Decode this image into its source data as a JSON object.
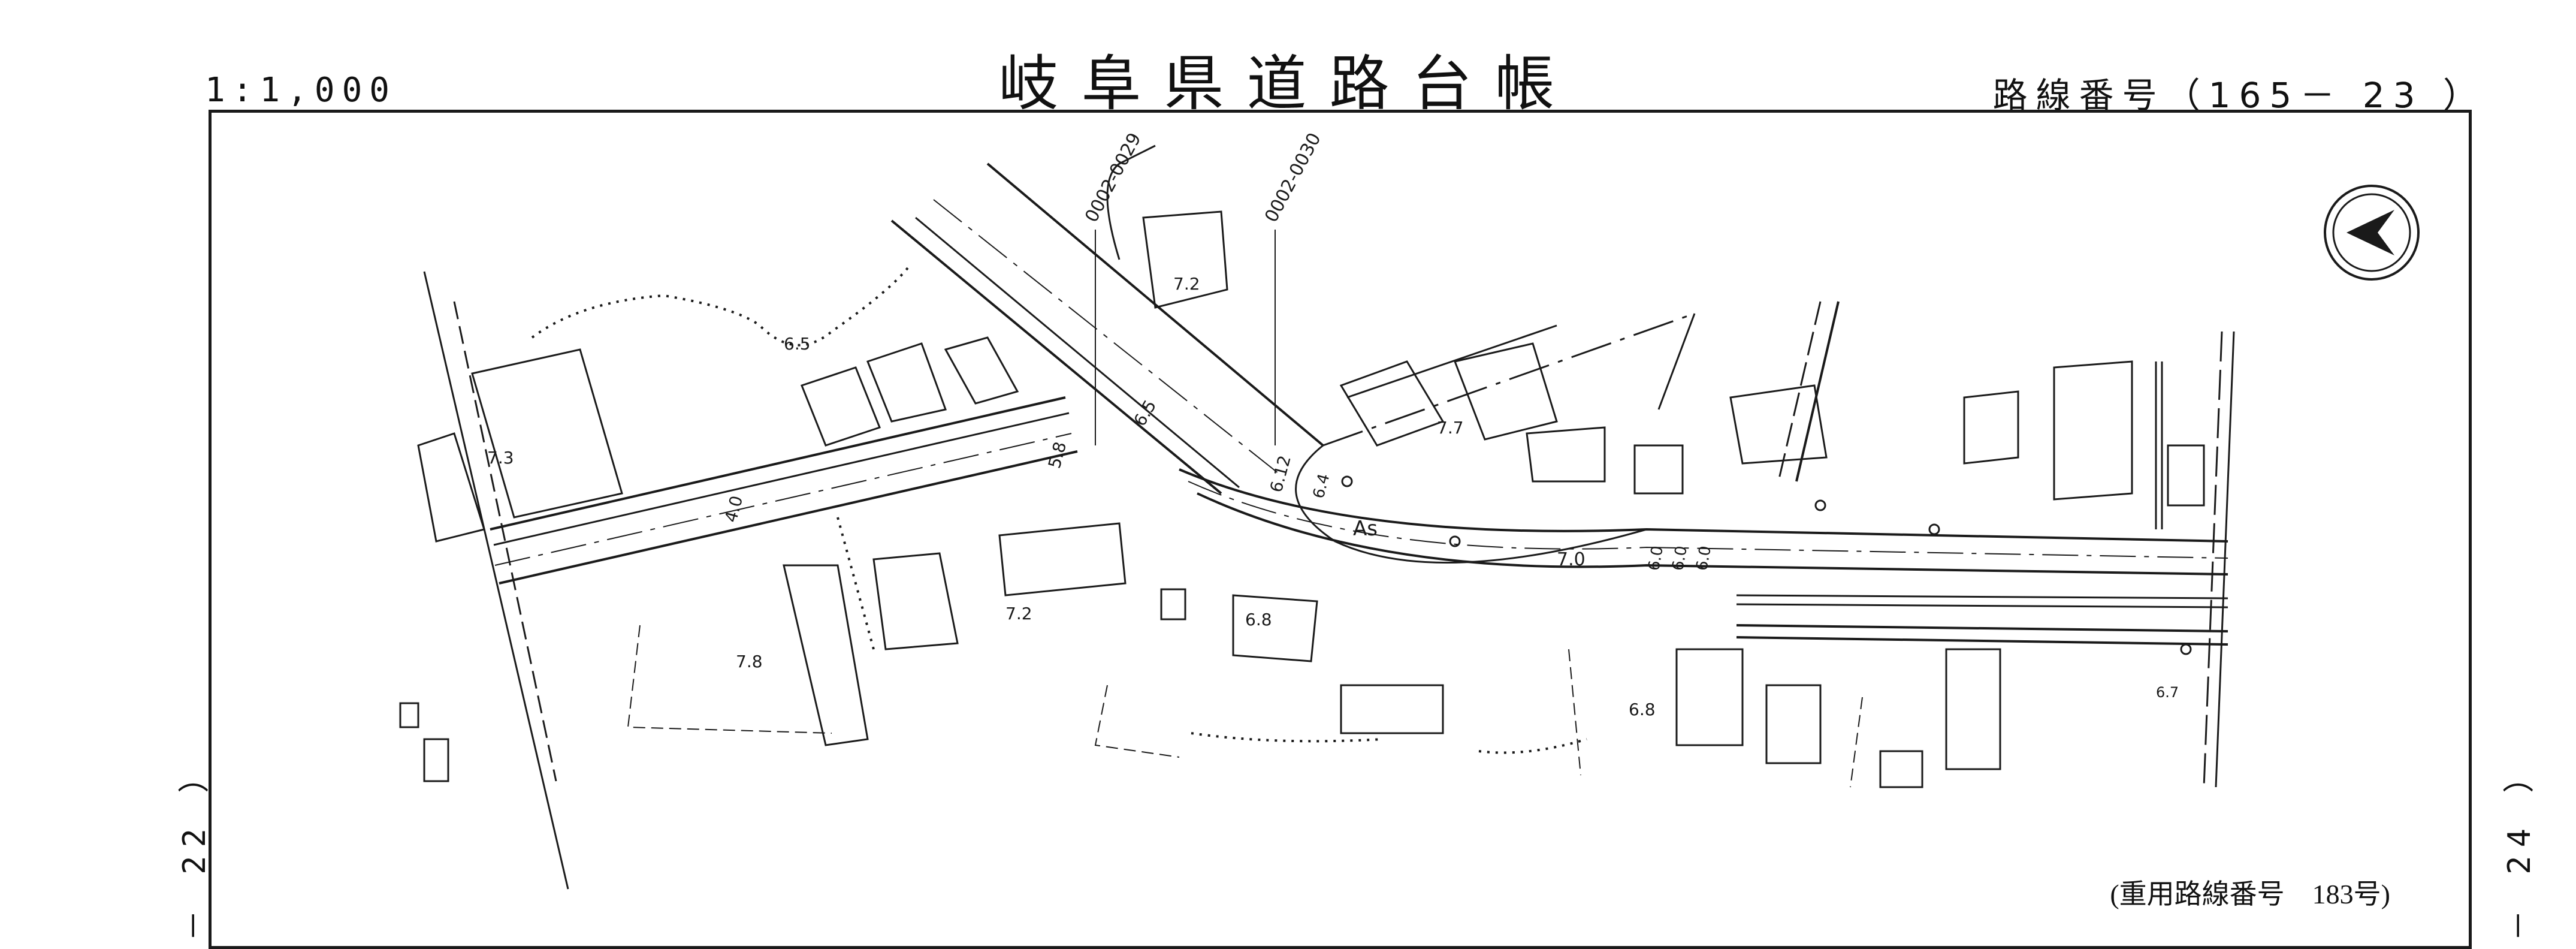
{
  "header": {
    "scale": "1:1,000",
    "title": "岐阜県道路台帳",
    "route_number": "路線番号（165－ 23 ）"
  },
  "sheet_links": {
    "left": "－ 22 ）",
    "right": "－ 24 ）"
  },
  "map": {
    "labels": {
      "lot_a": "0002-0029",
      "lot_b": "0002-0030",
      "pavement": "As"
    },
    "elevations": [
      "7.3",
      "6.5",
      "7.2",
      "7.7",
      "7.0",
      "7.2",
      "6.8",
      "7.8",
      "6.8",
      "6.7",
      "4.0",
      "5.8",
      "6.5",
      "6.12",
      "6.0",
      "6.0",
      "6.0",
      "6.4"
    ],
    "symbols": [
      "north-arrow-icon",
      "parking-marker",
      "power-pole-marker"
    ],
    "colors": {
      "line": "#1a1a1a",
      "paper": "#ffffff"
    }
  },
  "footer": {
    "shared_route": "(重用路線番号　183号)"
  }
}
